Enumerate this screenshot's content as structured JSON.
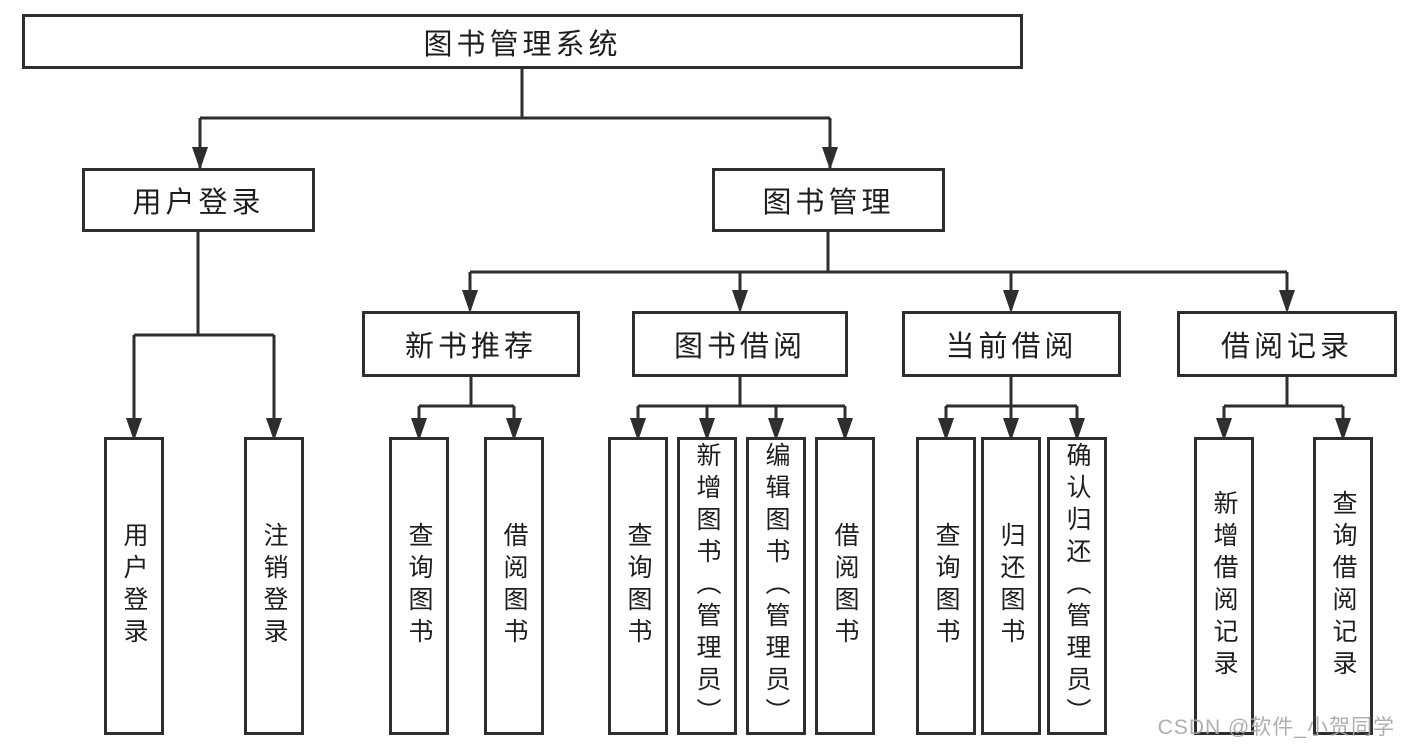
{
  "diagram_type": "tree",
  "tree": {
    "label": "图书管理系统",
    "children": [
      {
        "label": "用户登录",
        "children": [
          {
            "label": "用户登录"
          },
          {
            "label": "注销登录"
          }
        ]
      },
      {
        "label": "图书管理",
        "children": [
          {
            "label": "新书推荐",
            "children": [
              {
                "label": "查询图书"
              },
              {
                "label": "借阅图书"
              }
            ]
          },
          {
            "label": "图书借阅",
            "children": [
              {
                "label": "查询图书"
              },
              {
                "label": "新增图书（管理员）"
              },
              {
                "label": "编辑图书（管理员）"
              },
              {
                "label": "借阅图书"
              }
            ]
          },
          {
            "label": "当前借阅",
            "children": [
              {
                "label": "查询图书"
              },
              {
                "label": "归还图书"
              },
              {
                "label": "确认归还（管理员）"
              }
            ]
          },
          {
            "label": "借阅记录",
            "children": [
              {
                "label": "新增借阅记录"
              },
              {
                "label": "查询借阅记录"
              }
            ]
          }
        ]
      }
    ]
  },
  "watermark": "CSDN @软件_小贺同学",
  "colors": {
    "line": "#2e2e2e",
    "text": "#1e1e1e",
    "watermark": "#a9a9a9",
    "background": "#ffffff"
  }
}
